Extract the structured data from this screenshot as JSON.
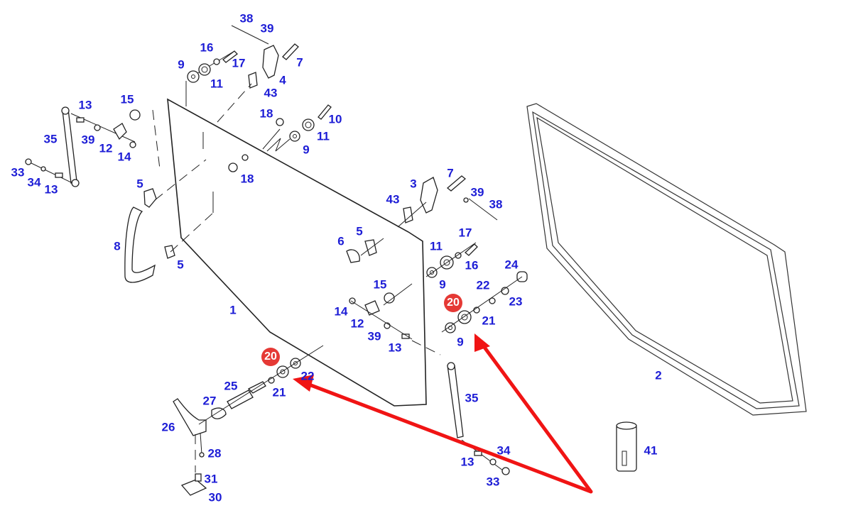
{
  "diagram": {
    "title": "Door glass exploded parts diagram",
    "callout_color": "#1d1dd6",
    "highlight_color": "#e53935",
    "arrow_color": "#f01414",
    "highlighted_part": "20",
    "callouts": [
      {
        "id": "38a",
        "label": "38"
      },
      {
        "id": "39a",
        "label": "39"
      },
      {
        "id": "16a",
        "label": "16"
      },
      {
        "id": "17a",
        "label": "17"
      },
      {
        "id": "7a",
        "label": "7"
      },
      {
        "id": "9a",
        "label": "9"
      },
      {
        "id": "11a",
        "label": "11"
      },
      {
        "id": "4",
        "label": "4"
      },
      {
        "id": "43a",
        "label": "43"
      },
      {
        "id": "13a",
        "label": "13"
      },
      {
        "id": "15a",
        "label": "15"
      },
      {
        "id": "35a",
        "label": "35"
      },
      {
        "id": "39b",
        "label": "39"
      },
      {
        "id": "12a",
        "label": "12"
      },
      {
        "id": "14a",
        "label": "14"
      },
      {
        "id": "33a",
        "label": "33"
      },
      {
        "id": "34a",
        "label": "34"
      },
      {
        "id": "13b",
        "label": "13"
      },
      {
        "id": "18a",
        "label": "18"
      },
      {
        "id": "10",
        "label": "10"
      },
      {
        "id": "11b",
        "label": "11"
      },
      {
        "id": "9b",
        "label": "9"
      },
      {
        "id": "18b",
        "label": "18"
      },
      {
        "id": "5a",
        "label": "5"
      },
      {
        "id": "8",
        "label": "8"
      },
      {
        "id": "5b",
        "label": "5"
      },
      {
        "id": "3",
        "label": "3"
      },
      {
        "id": "7b",
        "label": "7"
      },
      {
        "id": "39c",
        "label": "39"
      },
      {
        "id": "38b",
        "label": "38"
      },
      {
        "id": "43b",
        "label": "43"
      },
      {
        "id": "6",
        "label": "6"
      },
      {
        "id": "5c",
        "label": "5"
      },
      {
        "id": "17b",
        "label": "17"
      },
      {
        "id": "11c",
        "label": "11"
      },
      {
        "id": "16b",
        "label": "16"
      },
      {
        "id": "24",
        "label": "24"
      },
      {
        "id": "9c",
        "label": "9"
      },
      {
        "id": "22a",
        "label": "22"
      },
      {
        "id": "23",
        "label": "23"
      },
      {
        "id": "15b",
        "label": "15"
      },
      {
        "id": "14b",
        "label": "14"
      },
      {
        "id": "12b",
        "label": "12"
      },
      {
        "id": "21a",
        "label": "21"
      },
      {
        "id": "39d",
        "label": "39"
      },
      {
        "id": "13c",
        "label": "13"
      },
      {
        "id": "9d",
        "label": "9"
      },
      {
        "id": "1",
        "label": "1"
      },
      {
        "id": "2",
        "label": "2"
      },
      {
        "id": "22b",
        "label": "22"
      },
      {
        "id": "21b",
        "label": "21"
      },
      {
        "id": "25",
        "label": "25"
      },
      {
        "id": "27",
        "label": "27"
      },
      {
        "id": "26",
        "label": "26"
      },
      {
        "id": "28",
        "label": "28"
      },
      {
        "id": "31",
        "label": "31"
      },
      {
        "id": "30",
        "label": "30"
      },
      {
        "id": "35b",
        "label": "35"
      },
      {
        "id": "34b",
        "label": "34"
      },
      {
        "id": "13d",
        "label": "13"
      },
      {
        "id": "33b",
        "label": "33"
      },
      {
        "id": "41",
        "label": "41"
      }
    ],
    "highlights": [
      {
        "id": "h1",
        "label": "20"
      },
      {
        "id": "h2",
        "label": "20"
      }
    ]
  }
}
